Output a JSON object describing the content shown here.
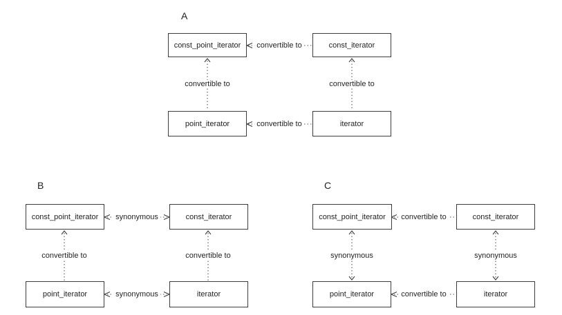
{
  "colors": {
    "background": "#ffffff",
    "box_border": "#3c3c3c",
    "dotted_line": "#565656",
    "text": "#1f1f1f"
  },
  "diagrams": [
    {
      "title": "A",
      "boxes": {
        "top_left": "const_point_iterator",
        "top_right": "const_iterator",
        "bottom_left": "point_iterator",
        "bottom_right": "iterator"
      },
      "edges": {
        "top_horizontal": "convertible to",
        "bottom_horizontal": "convertible to",
        "left_vertical": "convertible to",
        "right_vertical": "convertible to"
      }
    },
    {
      "title": "B",
      "boxes": {
        "top_left": "const_point_iterator",
        "top_right": "const_iterator",
        "bottom_left": "point_iterator",
        "bottom_right": "iterator"
      },
      "edges": {
        "top_horizontal": "synonymous",
        "bottom_horizontal": "synonymous",
        "left_vertical": "convertible to",
        "right_vertical": "convertible to"
      }
    },
    {
      "title": "C",
      "boxes": {
        "top_left": "const_point_iterator",
        "top_right": "const_iterator",
        "bottom_left": "point_iterator",
        "bottom_right": "iterator"
      },
      "edges": {
        "top_horizontal": "convertible to",
        "bottom_horizontal": "convertible to",
        "left_vertical": "synonymous",
        "right_vertical": "synonymous"
      }
    }
  ]
}
